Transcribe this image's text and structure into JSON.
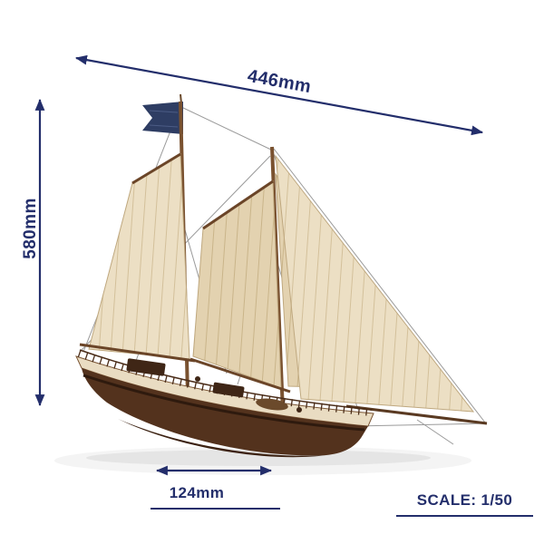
{
  "meta": {
    "background_color": "#ffffff",
    "accent_color": "#232e6b",
    "description": "Product dimension diagram of a wooden model sailing ship kit"
  },
  "dimensions": {
    "width": {
      "label": "446mm"
    },
    "height": {
      "label": "580mm"
    },
    "base": {
      "label": "124mm"
    }
  },
  "scale": {
    "label": "SCALE: 1/50"
  },
  "subject": {
    "name": "two-masted wooden model schooner with cream sails and a navy flag",
    "hull_color": "#53321d",
    "sail_color": "#ecdfc4",
    "flag_color": "#2e3d63"
  }
}
